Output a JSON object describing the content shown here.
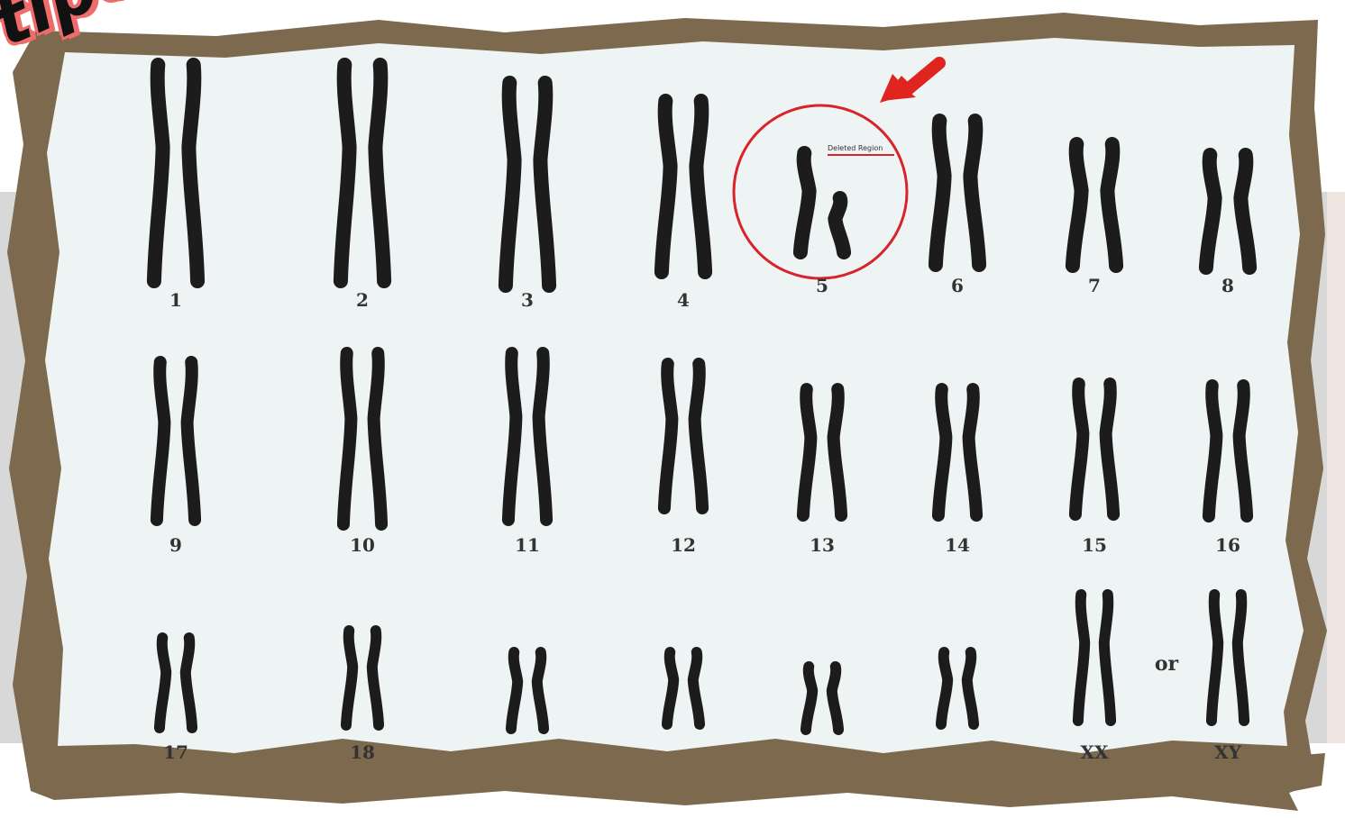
{
  "corner_text": "tipo",
  "annotation": {
    "label": "Deleted Region",
    "highlight_color": "#d8232a"
  },
  "colors": {
    "frame": "#7d6a4e",
    "paper": "#eef3f4",
    "chromosome": "#1c1c1c"
  },
  "rows": [
    {
      "chromosomes": [
        {
          "label": "1",
          "size": "large",
          "highlighted": false
        },
        {
          "label": "2",
          "size": "large",
          "highlighted": false
        },
        {
          "label": "3",
          "size": "large",
          "highlighted": false
        },
        {
          "label": "4",
          "size": "large",
          "highlighted": false
        },
        {
          "label": "5",
          "size": "large",
          "highlighted": true
        },
        {
          "label": "6",
          "size": "medium",
          "highlighted": false
        },
        {
          "label": "7",
          "size": "medium",
          "highlighted": false
        },
        {
          "label": "8",
          "size": "medium",
          "highlighted": false
        }
      ]
    },
    {
      "chromosomes": [
        {
          "label": "9",
          "size": "medium",
          "highlighted": false
        },
        {
          "label": "10",
          "size": "medium",
          "highlighted": false
        },
        {
          "label": "11",
          "size": "medium",
          "highlighted": false
        },
        {
          "label": "12",
          "size": "medium",
          "highlighted": false
        },
        {
          "label": "13",
          "size": "small",
          "highlighted": false
        },
        {
          "label": "14",
          "size": "small",
          "highlighted": false
        },
        {
          "label": "15",
          "size": "small",
          "highlighted": false
        },
        {
          "label": "16",
          "size": "small",
          "highlighted": false
        }
      ]
    },
    {
      "chromosomes": [
        {
          "label": "17",
          "size": "tiny",
          "highlighted": false
        },
        {
          "label": "18",
          "size": "tiny",
          "highlighted": false
        },
        {
          "label": "",
          "size": "tiny",
          "highlighted": false
        },
        {
          "label": "",
          "size": "tiny",
          "highlighted": false
        },
        {
          "label": "",
          "size": "tiny",
          "highlighted": false
        },
        {
          "label": "",
          "size": "tiny",
          "highlighted": false
        },
        {
          "label": "XX",
          "size": "sex",
          "highlighted": false
        },
        {
          "label": "XY",
          "size": "sex",
          "highlighted": false
        }
      ],
      "separator": "or"
    }
  ]
}
